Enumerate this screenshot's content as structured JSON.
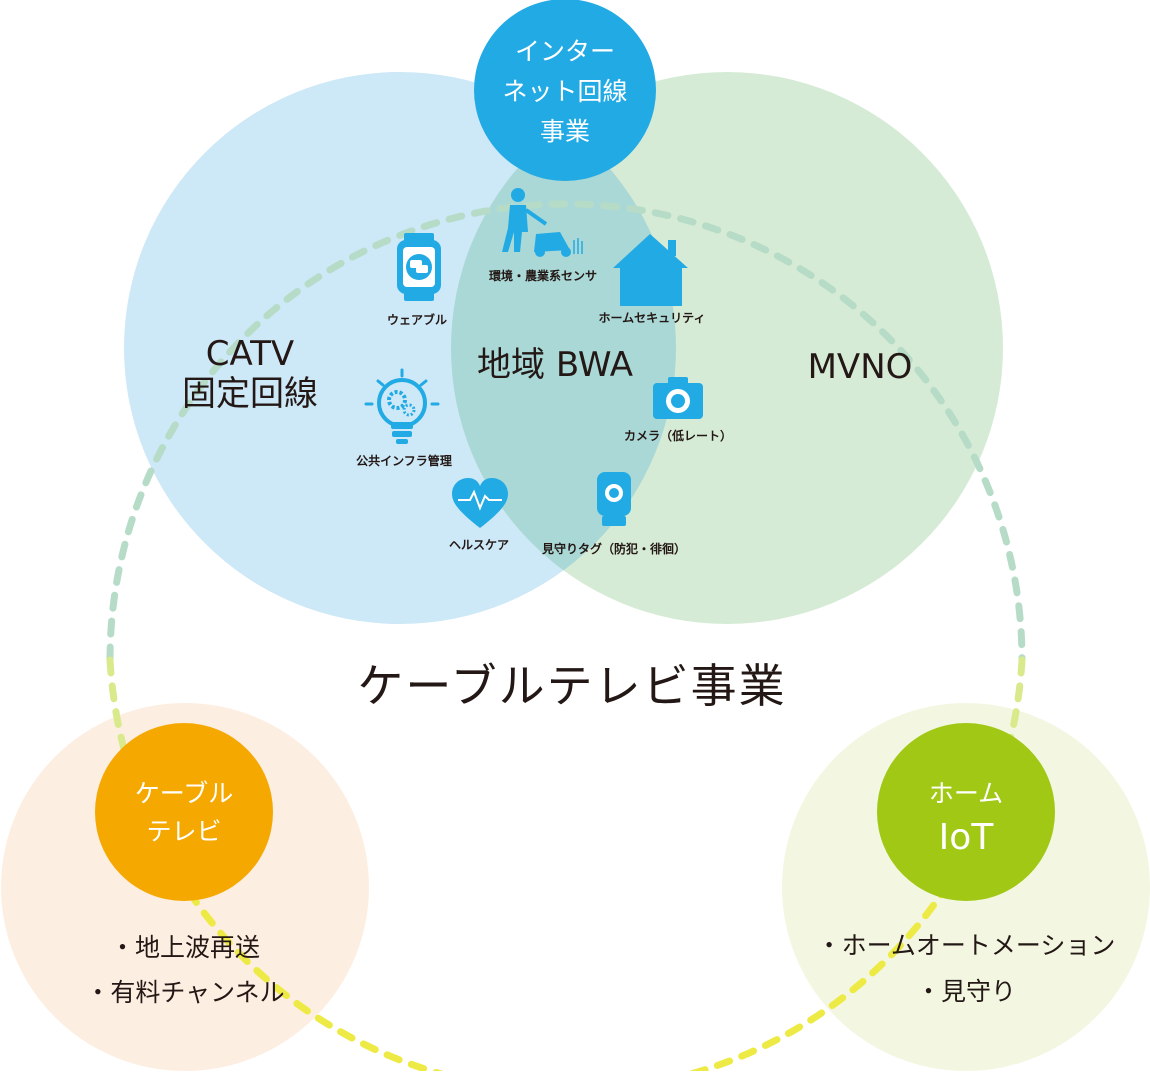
{
  "colors": {
    "catv_circle": "#cde8f7",
    "mvno_circle": "#d6ebd6",
    "overlap": "#a9d8d6",
    "internet_hub": "#22aae5",
    "catv_hub": "#f5a800",
    "iot_hub": "#a0c814",
    "catv_bottom_circle": "#fdeee2",
    "iot_bottom_circle": "#f3f7e2",
    "icon_blue": "#22aae5",
    "dash_green": "#b6dcc8",
    "dash_yellow": "#eeea45",
    "text_dark": "#231815"
  },
  "hub_top": {
    "line1": "インター",
    "line2": "ネット回線",
    "line3": "事業"
  },
  "left_circle": {
    "line1": "CATV",
    "line2": "固定回線"
  },
  "center": {
    "label": "地域 BWA"
  },
  "right_circle": {
    "label": "MVNO"
  },
  "icons": [
    {
      "name": "wearable-icon",
      "label": "ウェアブル"
    },
    {
      "name": "lawn-mower-icon",
      "label": "環境・農業系センサ"
    },
    {
      "name": "house-icon",
      "label": "ホームセキュリティ"
    },
    {
      "name": "lightbulb-gear-icon",
      "label": "公共インフラ管理"
    },
    {
      "name": "camera-icon",
      "label": "カメラ（低レート）"
    },
    {
      "name": "heart-pulse-icon",
      "label": "ヘルスケア"
    },
    {
      "name": "tag-device-icon",
      "label": "見守りタグ（防犯・徘徊）"
    }
  ],
  "main_title": "ケーブルテレビ事業",
  "hub_left": {
    "line1": "ケーブル",
    "line2": "テレビ"
  },
  "hub_right": {
    "line1": "ホーム",
    "line2": "IoT"
  },
  "left_list": [
    "・地上波再送",
    "・有料チャンネル"
  ],
  "right_list": [
    "・ホームオートメーション",
    "・見守り"
  ]
}
